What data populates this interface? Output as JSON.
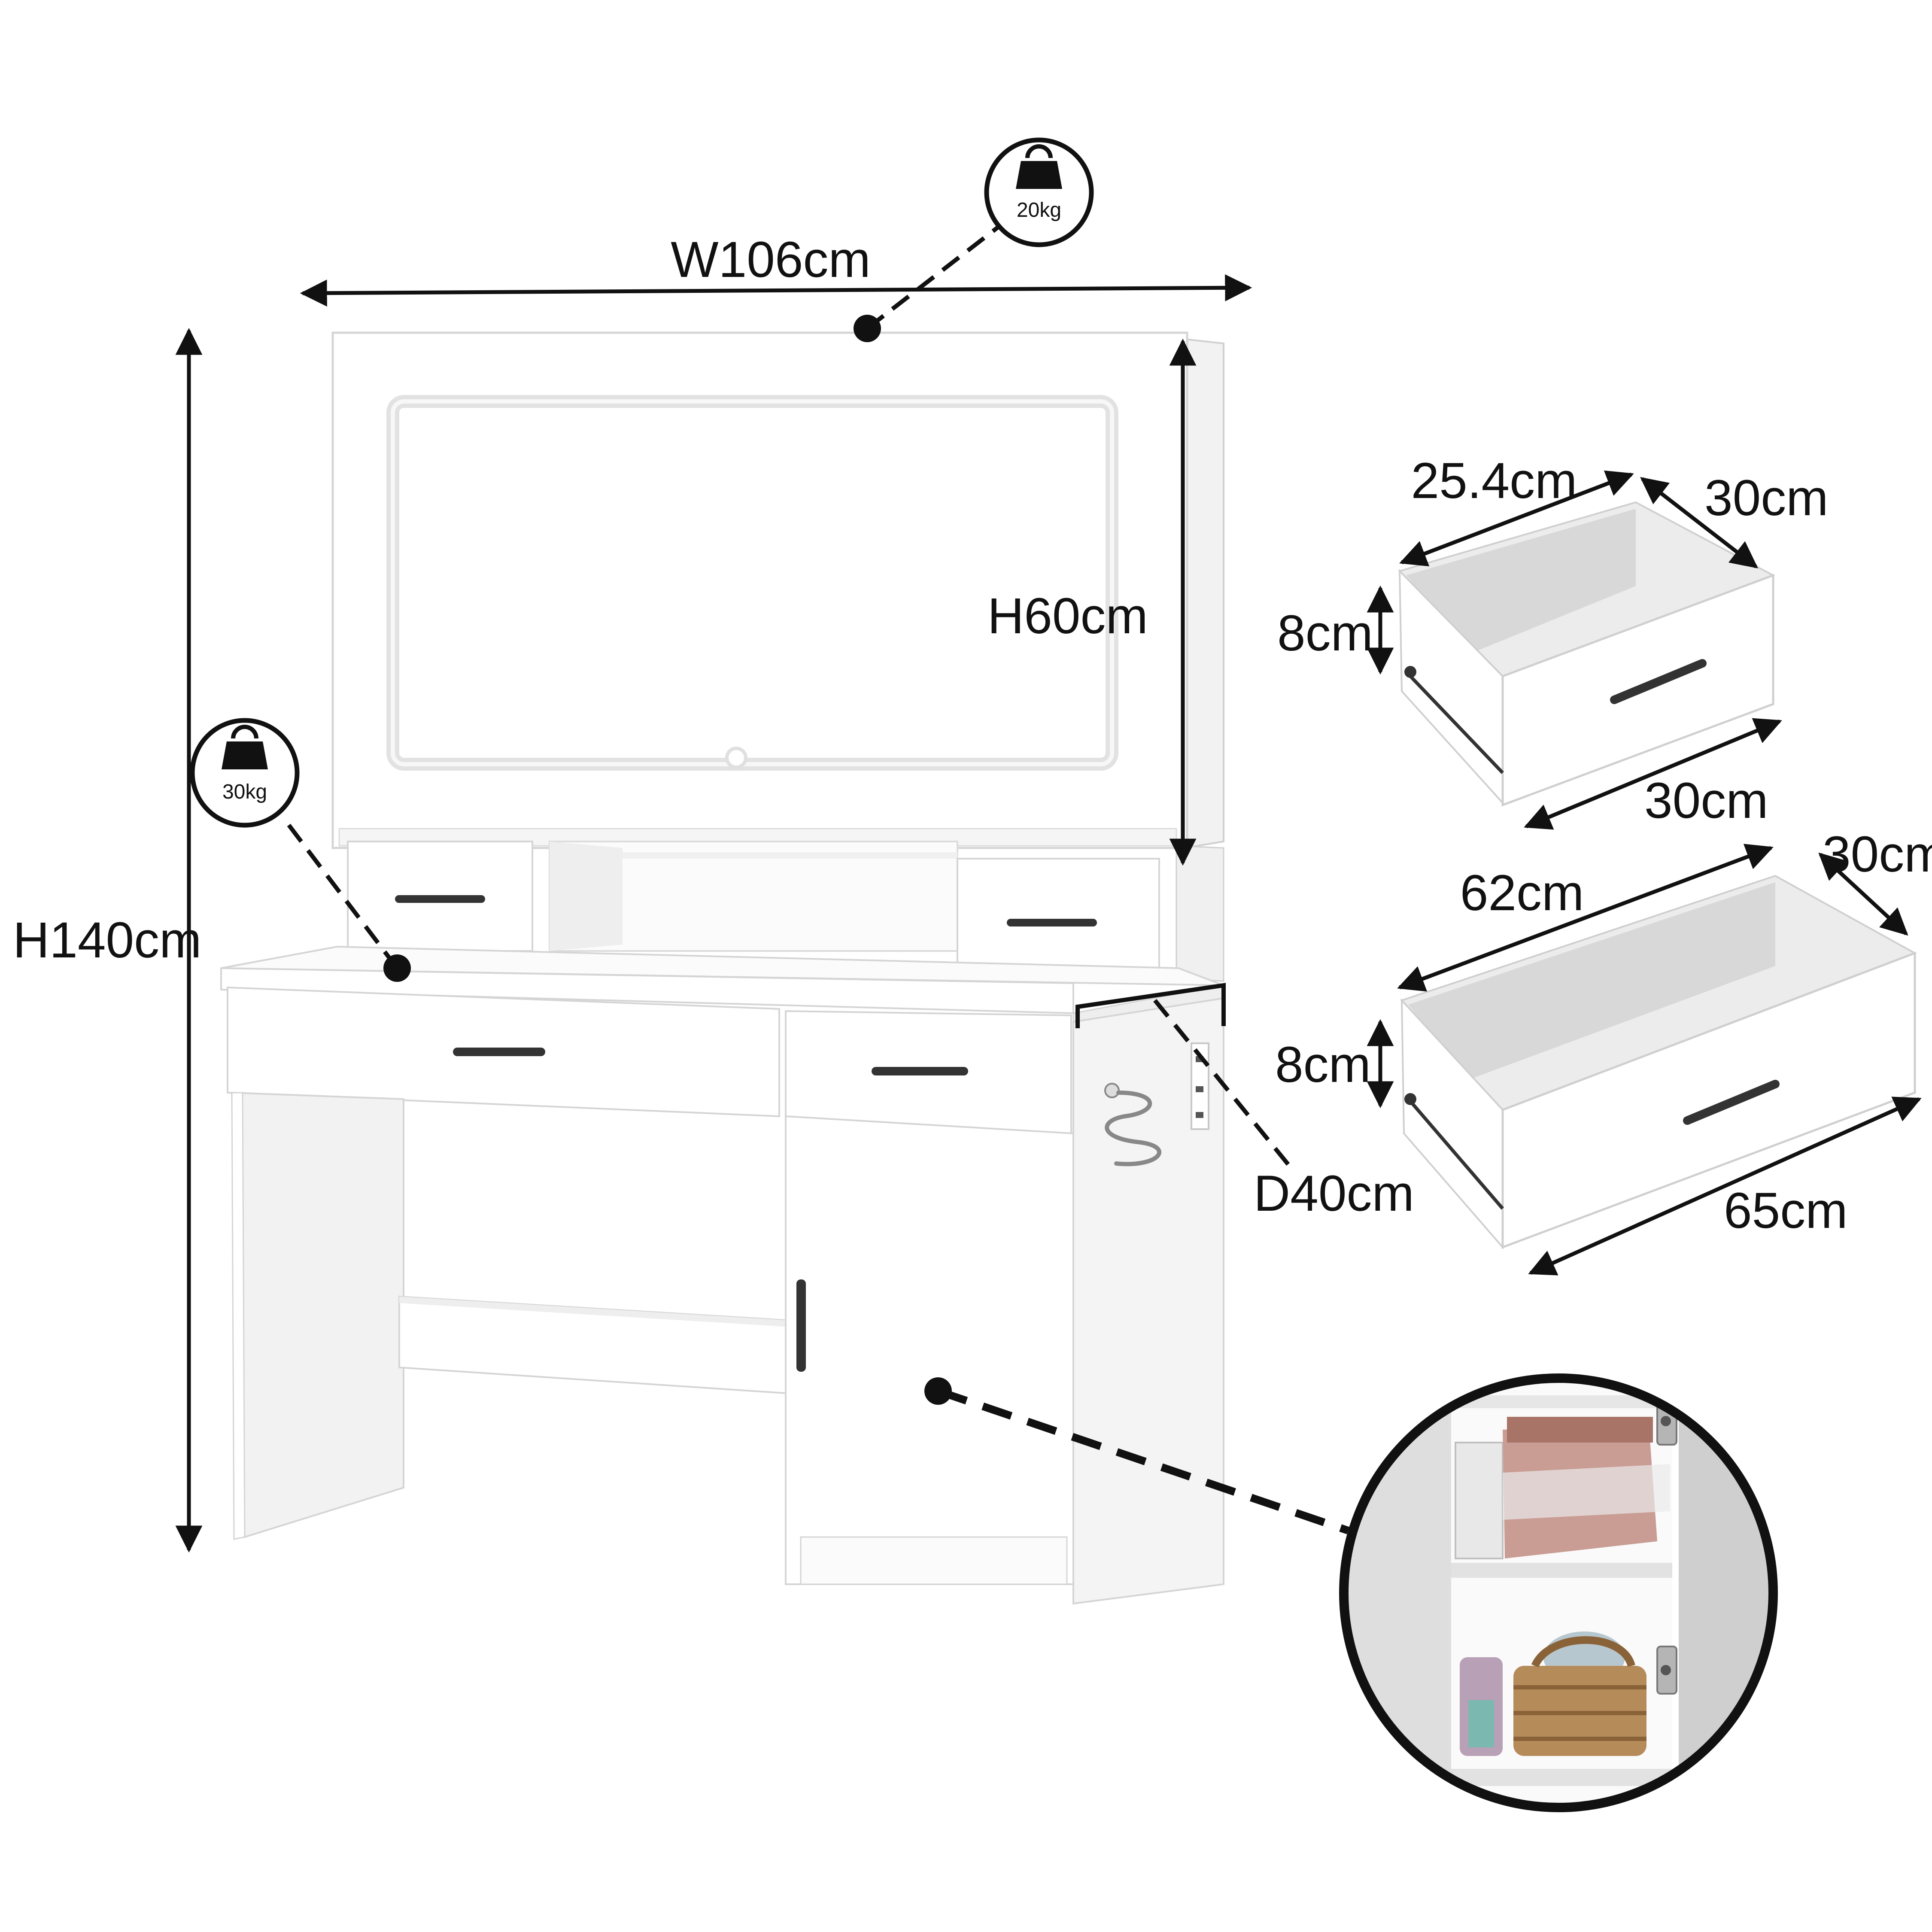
{
  "dimensions": {
    "width": "W106cm",
    "height_total": "H140cm",
    "height_mirror": "H60cm",
    "depth": "D40cm"
  },
  "load_badges": {
    "top": "20kg",
    "desk": "30kg"
  },
  "small_drawer": {
    "width": "25.4cm",
    "depth_top": "30cm",
    "height": "8cm",
    "depth_bottom": "30cm"
  },
  "large_drawer": {
    "width": "62cm",
    "depth_top": "30cm",
    "height": "8cm",
    "length_bottom": "65cm"
  },
  "colors": {
    "furniture": "#ffffff",
    "furniture_edge": "#d9d9d9",
    "shadow": "#eaeaea",
    "drawer_inner": "#d8d8d8",
    "handle": "#333333",
    "lines": "#111111"
  }
}
